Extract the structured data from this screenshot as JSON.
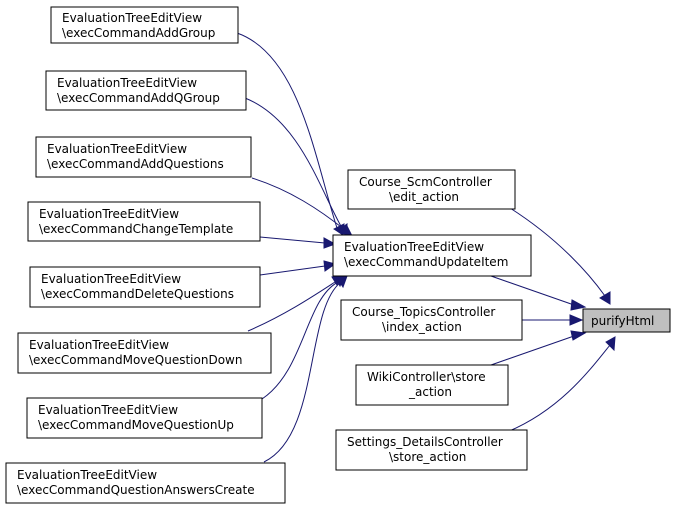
{
  "nodes": {
    "addgroup": {
      "line1": "EvaluationTreeEditView",
      "line2": "\\execCommandAddGroup"
    },
    "addqgroup": {
      "line1": "EvaluationTreeEditView",
      "line2": "\\execCommandAddQGroup"
    },
    "addq": {
      "line1": "EvaluationTreeEditView",
      "line2": "\\execCommandAddQuestions"
    },
    "changetpl": {
      "line1": "EvaluationTreeEditView",
      "line2": "\\execCommandChangeTemplate"
    },
    "delq": {
      "line1": "EvaluationTreeEditView",
      "line2": "\\execCommandDeleteQuestions"
    },
    "movedown": {
      "line1": "EvaluationTreeEditView",
      "line2": "\\execCommandMoveQuestionDown"
    },
    "moveup": {
      "line1": "EvaluationTreeEditView",
      "line2": "\\execCommandMoveQuestionUp"
    },
    "qacreate": {
      "line1": "EvaluationTreeEditView",
      "line2": "\\execCommandQuestionAnswersCreate"
    },
    "scmedit": {
      "line1": "Course_ScmController",
      "line2": "\\edit_action"
    },
    "updateitem": {
      "line1": "EvaluationTreeEditView",
      "line2": "\\execCommandUpdateItem"
    },
    "topics": {
      "line1": "Course_TopicsController",
      "line2": "\\index_action"
    },
    "wiki": {
      "line1": "WikiController\\store",
      "line2": "_action"
    },
    "settings": {
      "line1": "Settings_DetailsController",
      "line2": "\\store_action"
    },
    "purify": {
      "line1": "purifyHtml"
    }
  },
  "colors": {
    "edge": "#191970",
    "focus_fill": "#bfbfbf",
    "node_border": "#000000"
  }
}
